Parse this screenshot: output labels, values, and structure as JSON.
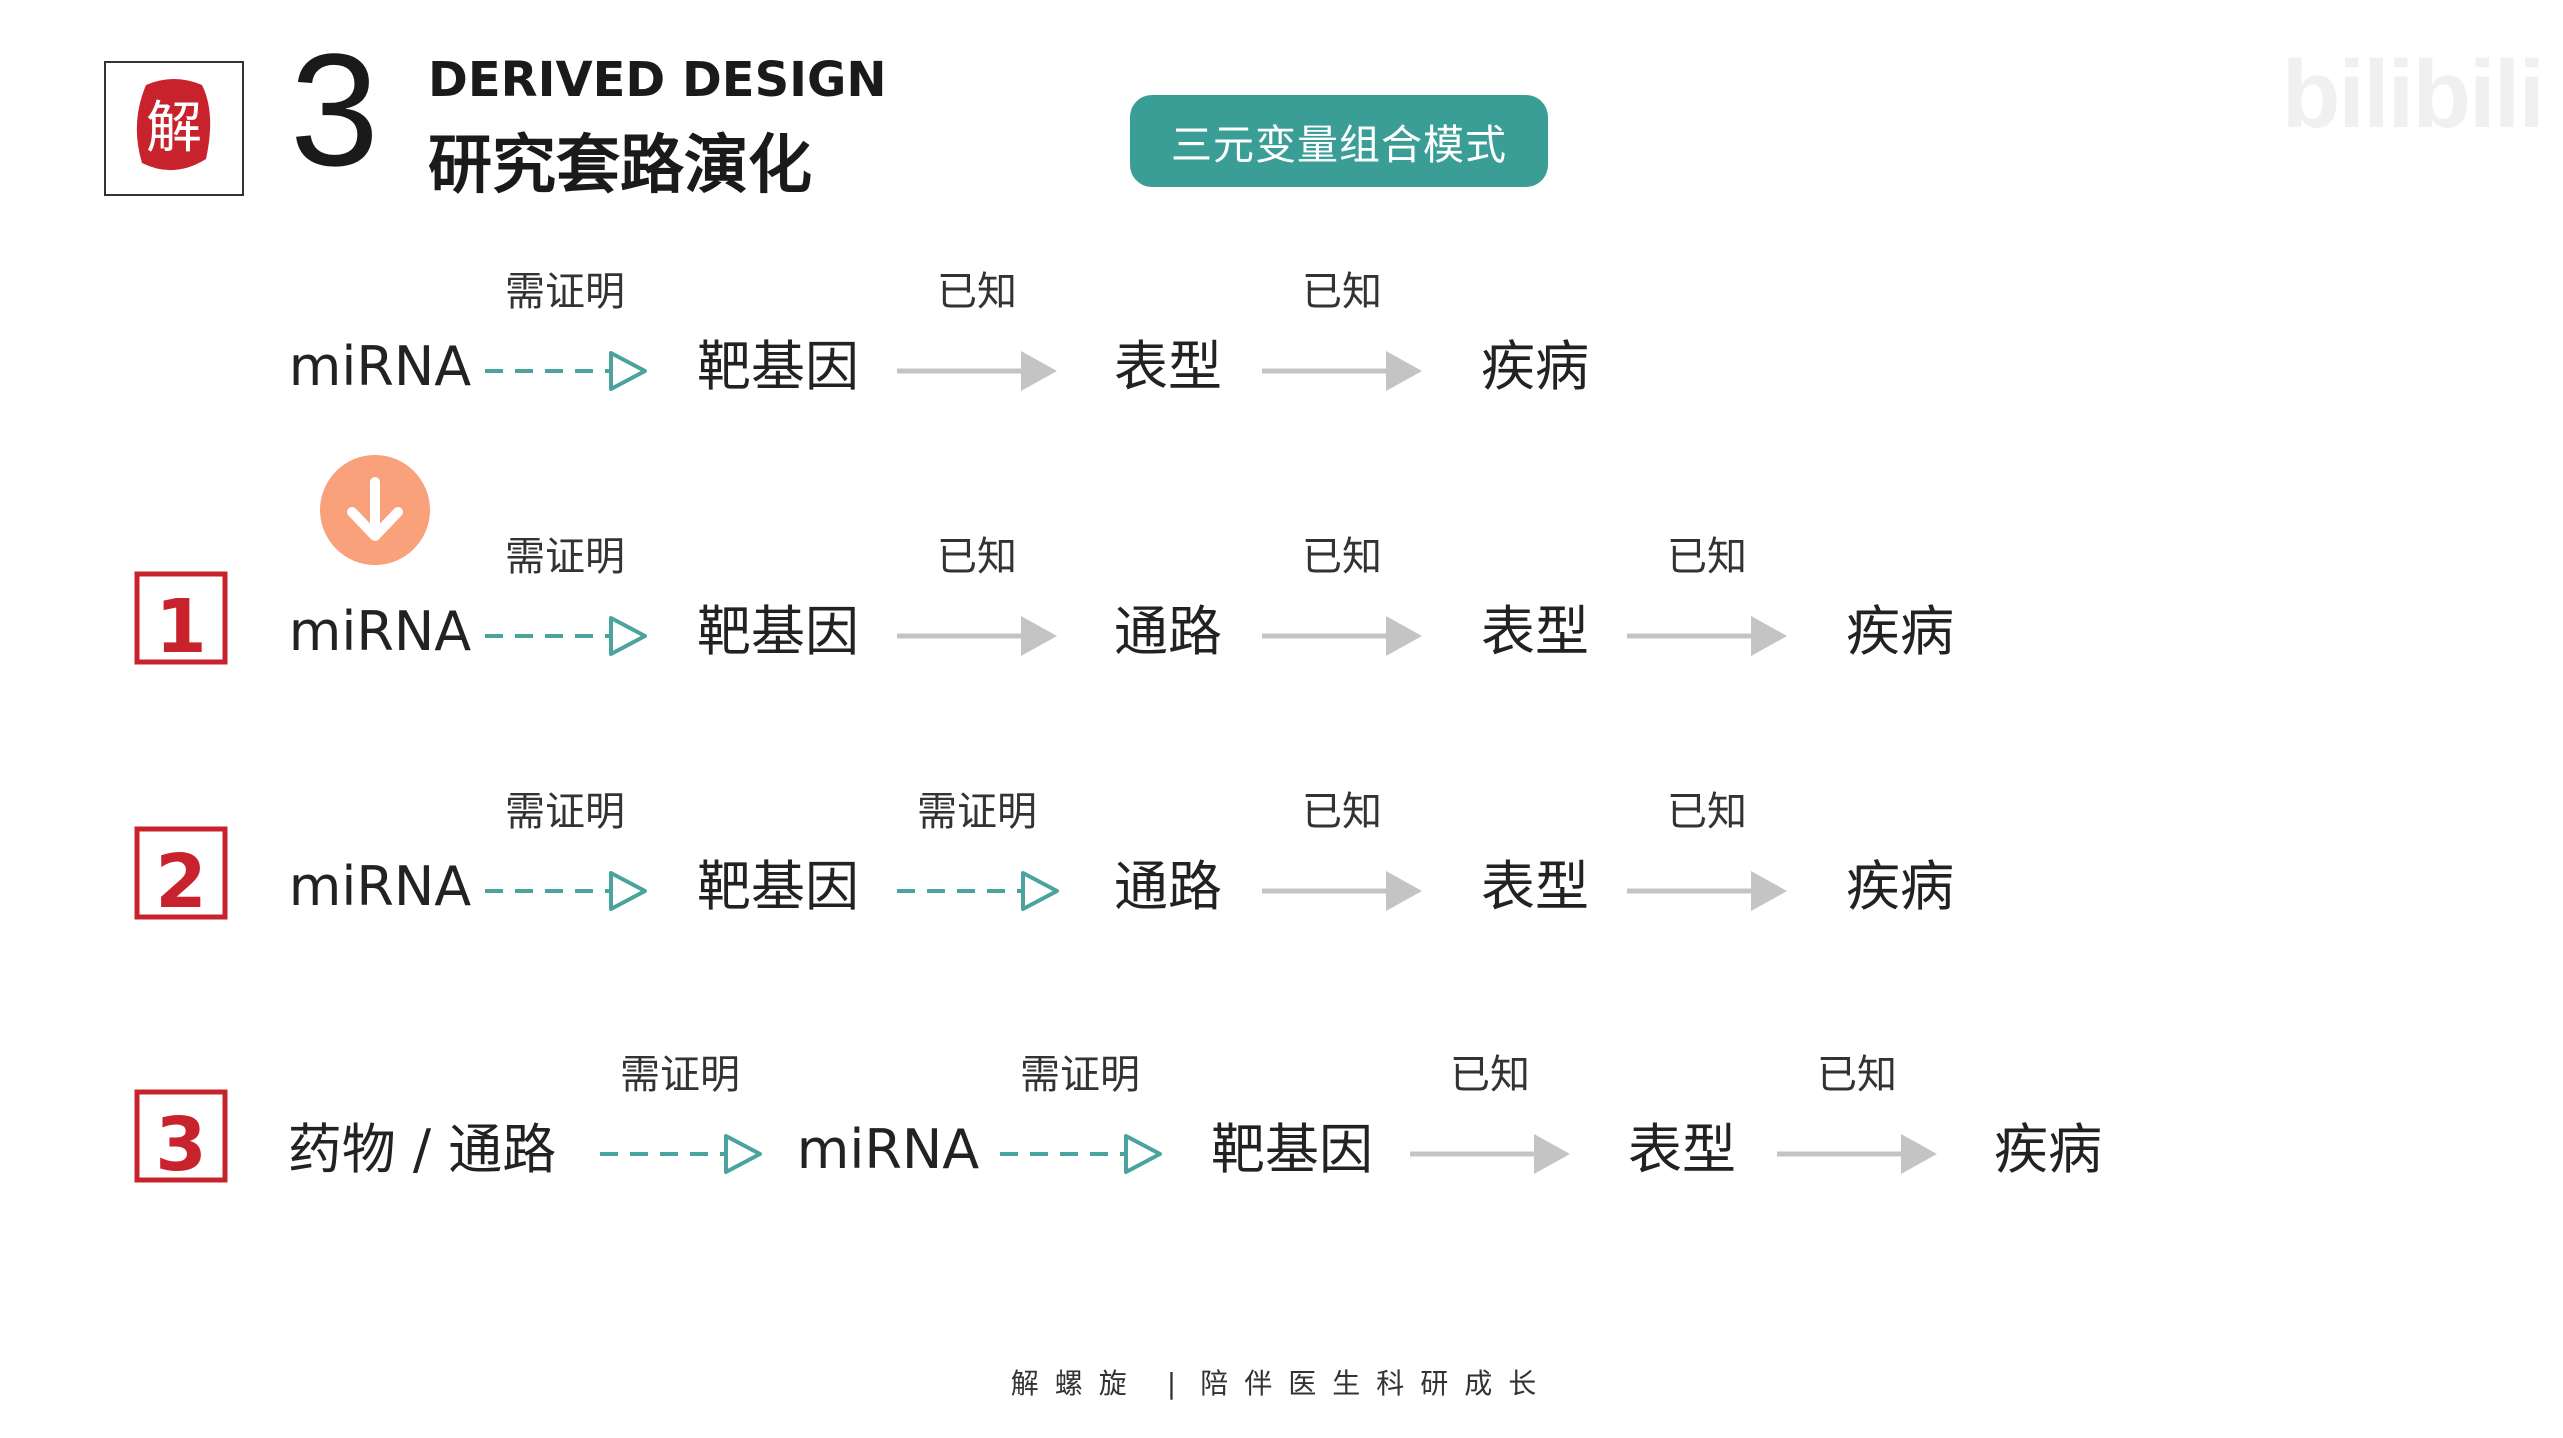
{
  "header": {
    "logo_char": "解",
    "section_number": "3",
    "title_en": "DERIVED DESIGN",
    "title_zh": "研究套路演化",
    "badge": "三元变量组合模式",
    "watermark": "bilibili"
  },
  "colors": {
    "accent": "#3a9e97",
    "dashed_arrow": "#4aa39c",
    "solid_arrow": "#c4c4c4",
    "number_red": "#c8232c",
    "down_circle": "#f8a17a",
    "seal_red": "#c8232c"
  },
  "diagram": {
    "down_arrow_icon": "arrow-down-icon",
    "rows": [
      {
        "number": "",
        "nodes": [
          "miRNA",
          "靶基因",
          "表型",
          "疾病"
        ],
        "edges": [
          {
            "label": "需证明",
            "style": "dashed"
          },
          {
            "label": "已知",
            "style": "solid"
          },
          {
            "label": "已知",
            "style": "solid"
          }
        ]
      },
      {
        "number": "1",
        "nodes": [
          "miRNA",
          "靶基因",
          "通路",
          "表型",
          "疾病"
        ],
        "edges": [
          {
            "label": "需证明",
            "style": "dashed"
          },
          {
            "label": "已知",
            "style": "solid"
          },
          {
            "label": "已知",
            "style": "solid"
          },
          {
            "label": "已知",
            "style": "solid"
          }
        ]
      },
      {
        "number": "2",
        "nodes": [
          "miRNA",
          "靶基因",
          "通路",
          "表型",
          "疾病"
        ],
        "edges": [
          {
            "label": "需证明",
            "style": "dashed"
          },
          {
            "label": "需证明",
            "style": "dashed"
          },
          {
            "label": "已知",
            "style": "solid"
          },
          {
            "label": "已知",
            "style": "solid"
          }
        ]
      },
      {
        "number": "3",
        "nodes": [
          "药物 / 通路",
          "miRNA",
          "靶基因",
          "表型",
          "疾病"
        ],
        "edges": [
          {
            "label": "需证明",
            "style": "dashed"
          },
          {
            "label": "需证明",
            "style": "dashed"
          },
          {
            "label": "已知",
            "style": "solid"
          },
          {
            "label": "已知",
            "style": "solid"
          }
        ]
      }
    ]
  },
  "footer": {
    "left": "解螺旋",
    "separator": "|",
    "right": "陪伴医生科研成长"
  }
}
